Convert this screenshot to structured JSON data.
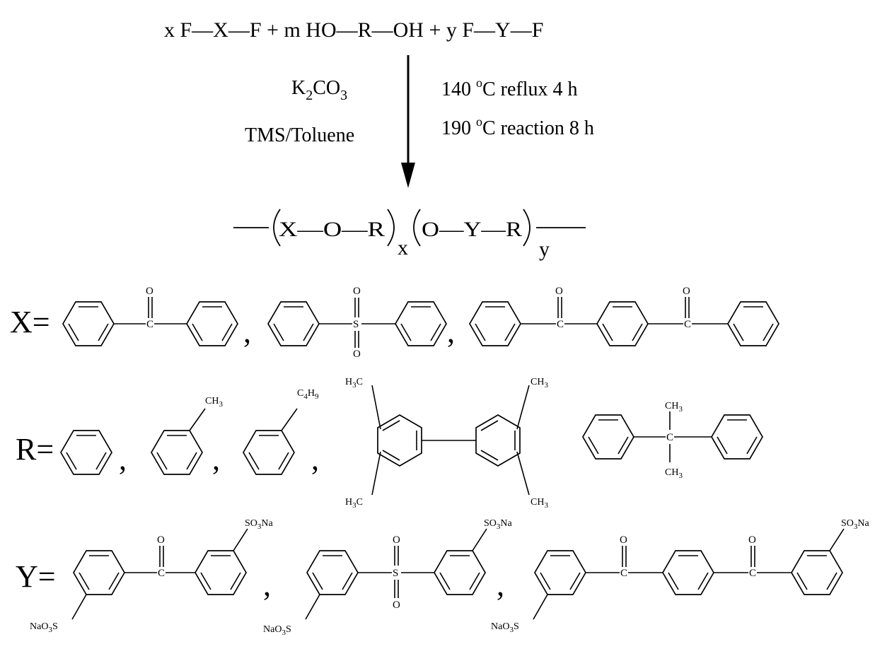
{
  "equation": {
    "reactants": "x F—X—F + m HO—R—OH  +  y F—Y—F",
    "reagent_1": "K",
    "reagent_1_sub": "2",
    "reagent_1_rest": "CO",
    "reagent_1_sub2": "3",
    "reagent_2": "TMS/Toluene",
    "condition_1_a": "140 ",
    "condition_1_sup": "o",
    "condition_1_b": "C reflux 4 h",
    "condition_2_a": "190  ",
    "condition_2_sup": "o",
    "condition_2_b": "C reaction 8 h"
  },
  "product": {
    "unit_1": "X—O—R",
    "unit_2": "O—Y—R",
    "sub_x": "x",
    "sub_y": "y"
  },
  "definitions": {
    "x_label": "X=",
    "r_label": "R=",
    "y_label": "Y=",
    "comma": ","
  },
  "atoms": {
    "C": "C",
    "O": "O",
    "S": "S",
    "CH3": "CH",
    "CH3_sub": "3",
    "C4H9": "C",
    "C4H9_sub1": "4",
    "C4H9_mid": "H",
    "C4H9_sub2": "9",
    "H3C_a": "H",
    "H3C_sub": "3",
    "H3C_b": "C",
    "SO3Na_a": "SO",
    "SO3Na_sub": "3",
    "SO3Na_b": "Na",
    "NaO3S_a": "NaO",
    "NaO3S_sub": "3",
    "NaO3S_b": "S"
  }
}
